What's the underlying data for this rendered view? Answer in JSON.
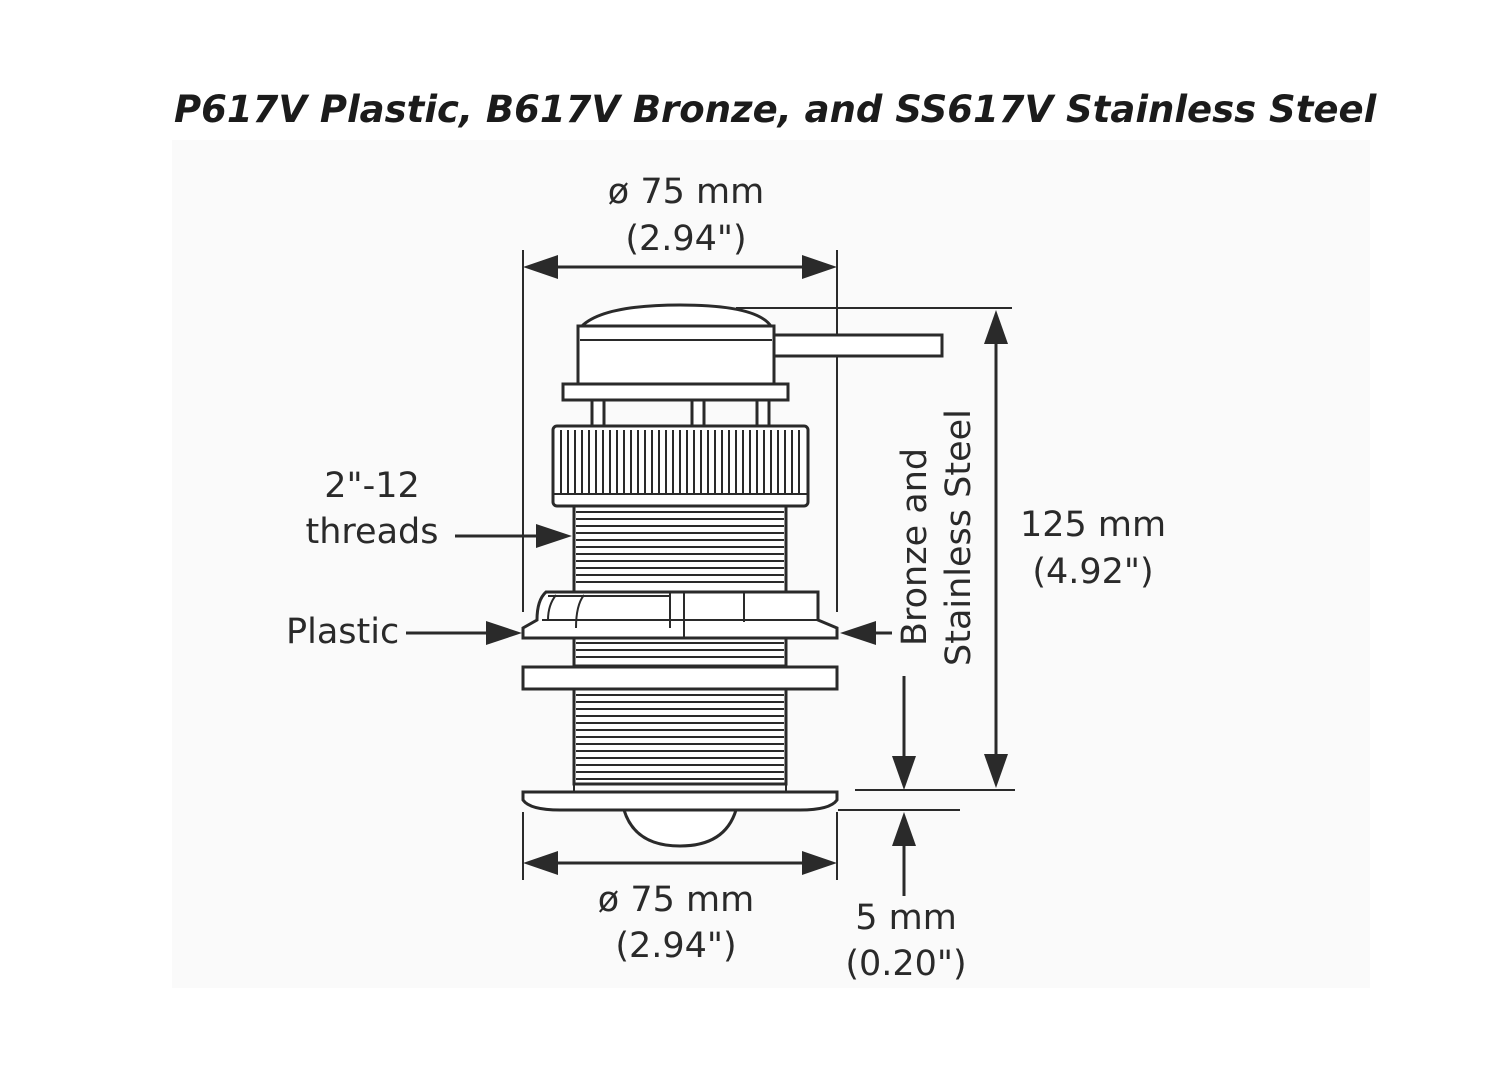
{
  "title": "P617V Plastic, B617V Bronze, and SS617V Stainless Steel",
  "dimensions": {
    "top_diameter_mm": "ø 75 mm",
    "top_diameter_in": "(2.94\")",
    "height_mm": "125 mm",
    "height_in": "(4.92\")",
    "bottom_diameter_mm": "ø 75 mm",
    "bottom_diameter_in": "(2.94\")",
    "flange_mm": "5 mm",
    "flange_in": "(0.20\")"
  },
  "labels": {
    "threads_line1": "2\"-12",
    "threads_line2": "threads",
    "plastic": "Plastic",
    "bronze_line1": "Bronze and",
    "bronze_line2": "Stainless Steel"
  }
}
